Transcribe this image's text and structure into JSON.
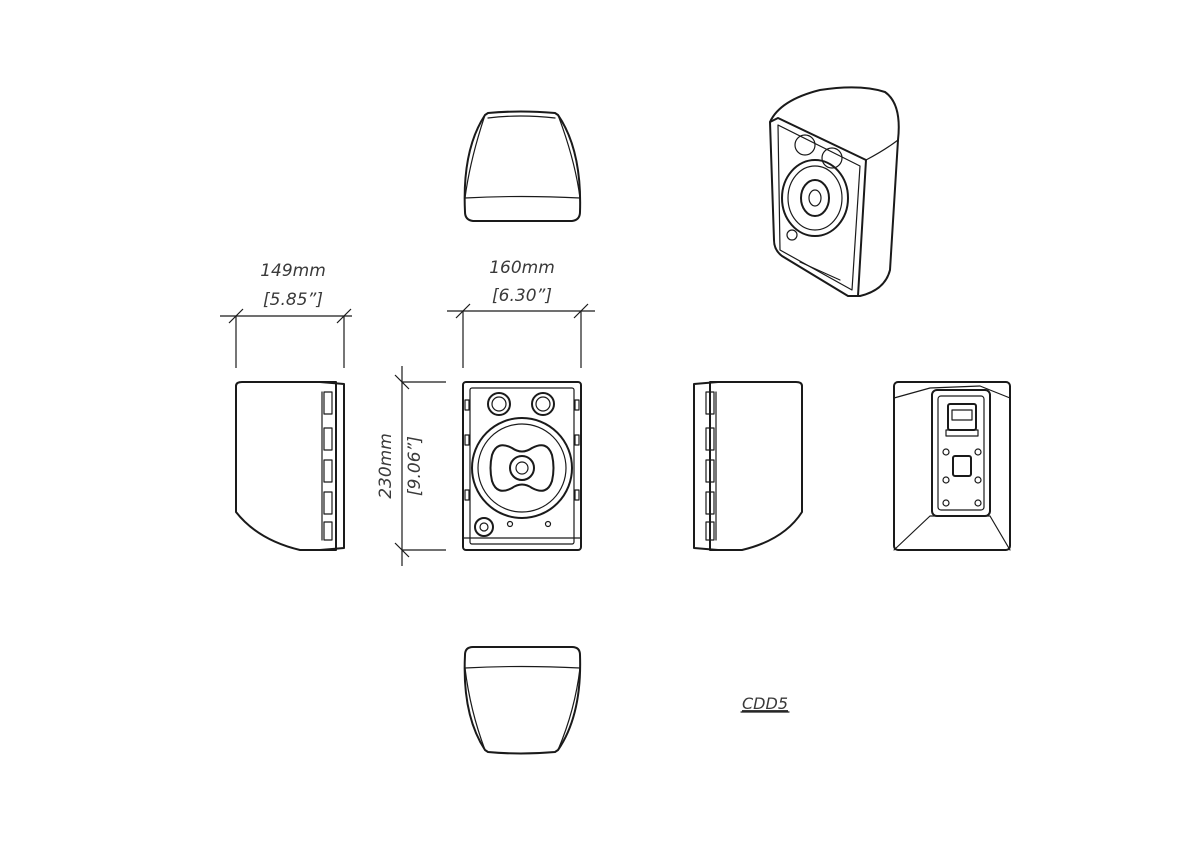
{
  "dimensions": {
    "depth": {
      "metric": "149mm",
      "imperial": "[5.85”]"
    },
    "width": {
      "metric": "160mm",
      "imperial": "[6.30”]"
    },
    "height": {
      "metric": "230mm",
      "imperial": "[9.06”]"
    }
  },
  "model_label": "CDD5",
  "colors": {
    "line": "#1a1a1a",
    "text": "#3a3a3a",
    "background": "#ffffff"
  }
}
